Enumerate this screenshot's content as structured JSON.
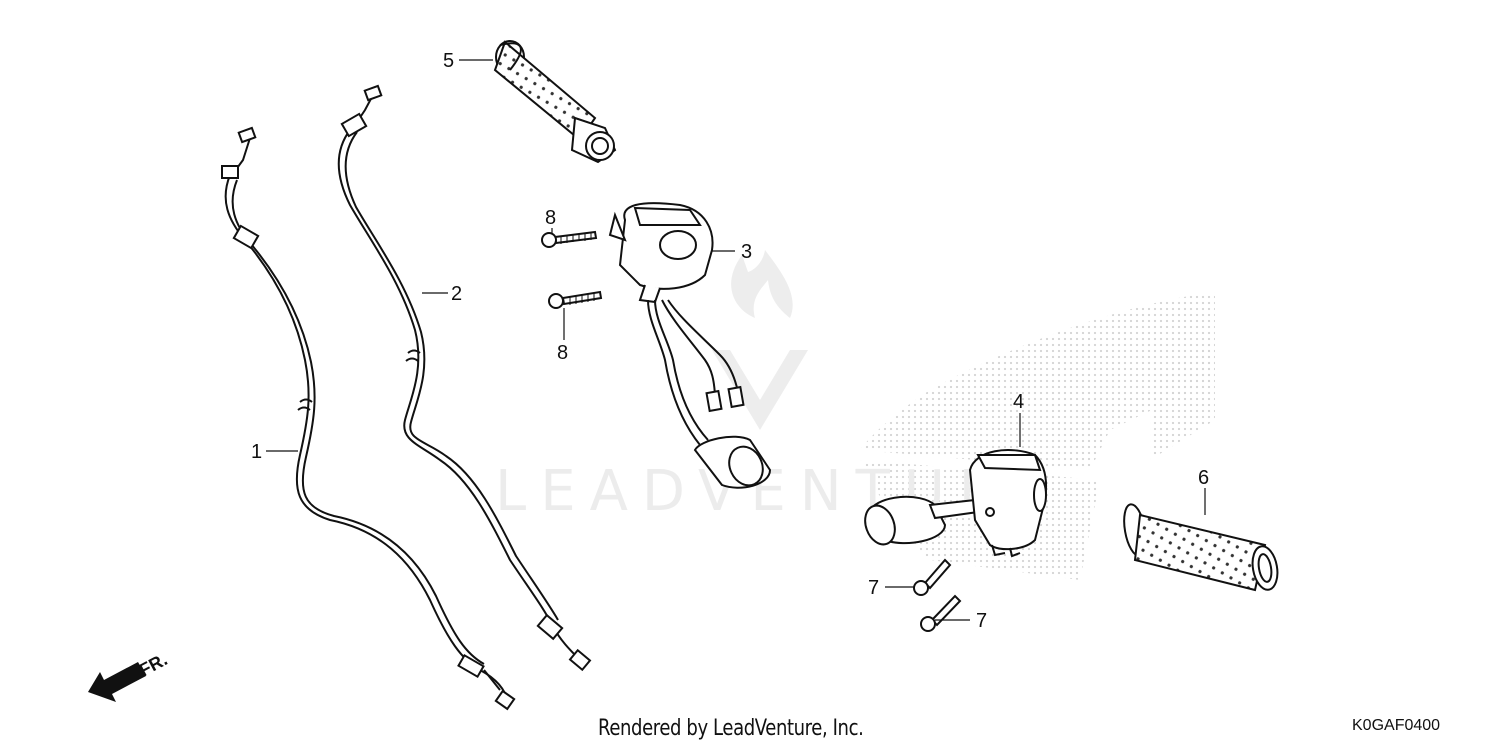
{
  "watermark": {
    "text": "LEADVENTURE"
  },
  "direction": {
    "label": "FR."
  },
  "callouts": [
    "1",
    "2",
    "3",
    "4",
    "5",
    "6",
    "7",
    "7",
    "8",
    "8"
  ],
  "footer": {
    "credit": "Rendered by LeadVenture, Inc.",
    "code": "K0GAF0400"
  }
}
